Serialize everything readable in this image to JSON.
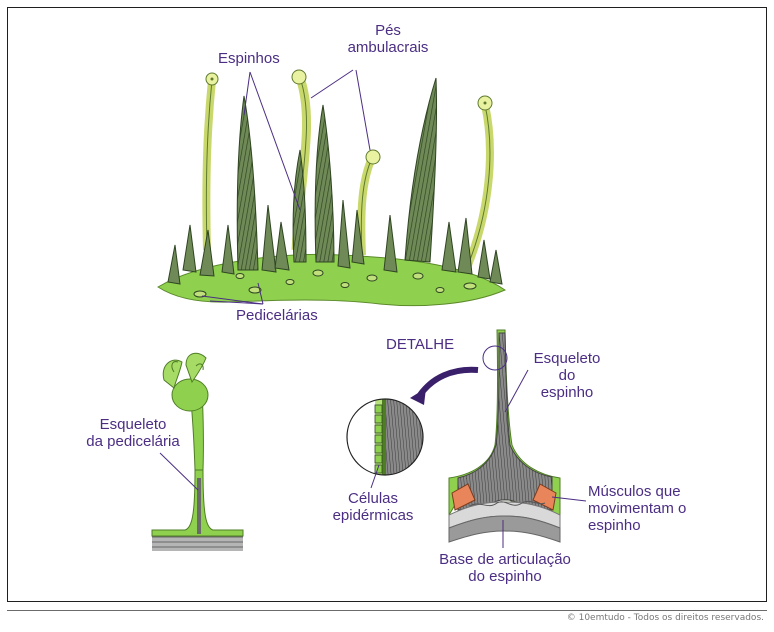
{
  "labels": {
    "espinhos": "Espinhos",
    "pes_line1": "Pés",
    "pes_line2": "ambulacrais",
    "pedicelarias": "Pedicelárias",
    "detalhe": "DETALHE",
    "esq_espinho_1": "Esqueleto",
    "esq_espinho_2": "do",
    "esq_espinho_3": "espinho",
    "esq_ped_1": "Esqueleto",
    "esq_ped_2": "da pedicelária",
    "celulas_1": "Células",
    "celulas_2": "epidérmicas",
    "musculos_1": "Músculos que",
    "musculos_2": "movimentam o",
    "musculos_3": "espinho",
    "base_1": "Base de articulação",
    "base_2": "do espinho"
  },
  "footer": {
    "copyright": "© 10emtudo - Todos os direitos reservados."
  },
  "colors": {
    "label": "#4b2e83",
    "skin_green": "#8fd14f",
    "light_green": "#cde88a",
    "spine_dark": "#4f6b3a",
    "tube_foot": "#e9f2a0",
    "muscle": "#e9855a",
    "bone_gray": "#a7a7a7"
  }
}
